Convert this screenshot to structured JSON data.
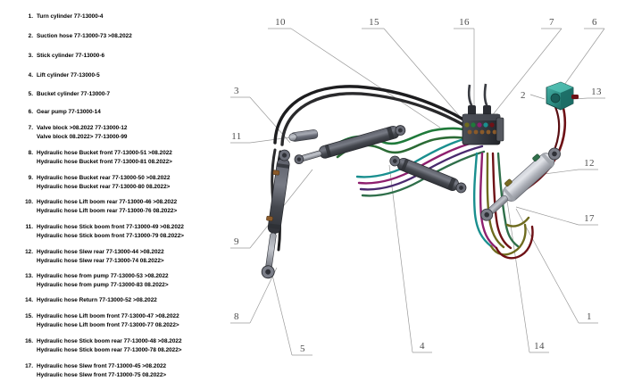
{
  "legend": {
    "items": [
      {
        "num": "1.",
        "lines": [
          "Turn cylinder 77-13000-4"
        ]
      },
      {
        "num": "2.",
        "lines": [
          "Suction hose 77-13000-73  >08.2022"
        ]
      },
      {
        "num": "3.",
        "lines": [
          "Stick cylinder 77-13000-6"
        ]
      },
      {
        "num": "4.",
        "lines": [
          "Lift cylinder 77-13000-5"
        ]
      },
      {
        "num": "5.",
        "lines": [
          "Bucket cylinder 77-13000-7"
        ]
      },
      {
        "num": "6.",
        "lines": [
          "Gear pump 77-13000-14"
        ]
      },
      {
        "num": "7.",
        "lines": [
          "Valve block >08.2022   77-13000-12",
          "Valve block 08.2022>   77-13000-99"
        ]
      },
      {
        "num": "8.",
        "lines": [
          "Hydraulic hose Bucket front 77-13000-51 >08.2022",
          "Hydraulic hose Bucket front 77-13000-81 08.2022>"
        ]
      },
      {
        "num": "9.",
        "lines": [
          "Hydraulic hose Bucket rear 77-13000-50 >08.2022",
          "Hydraulic hose Bucket rear 77-13000-80 08.2022>"
        ]
      },
      {
        "num": "10.",
        "lines": [
          "Hydraulic hose Lift boom rear 77-13000-46 >08.2022",
          "Hydraulic hose Lift boom rear 77-13000-76 08.2022>"
        ]
      },
      {
        "num": "11.",
        "lines": [
          "Hydraulic hose Stick boom front 77-13000-49 >08.2022",
          "Hydraulic hose Stick boom front 77-13000-79 08.2022>"
        ]
      },
      {
        "num": "12.",
        "lines": [
          "Hydraulic hose Slew rear 77-13000-44 >08.2022",
          "Hydraulic hose Slew rear 77-13000-74 08.2022>"
        ]
      },
      {
        "num": "13.",
        "lines": [
          "Hydraulic hose from pump 77-13000-53 >08.2022",
          "Hydraulic hose from pump 77-13000-83 08.2022>"
        ]
      },
      {
        "num": "14.",
        "lines": [
          "Hydraulic hose Return 77-13000-52 >08.2022"
        ]
      },
      {
        "num": "15.",
        "lines": [
          "Hydraulic hose Lift boom front 77-13000-47 >08.2022",
          "Hydraulic hose Lift boom front 77-13000-77 08.2022>"
        ]
      },
      {
        "num": "16.",
        "lines": [
          "Hydraulic hose Stick boom rear 77-13000-48 >08.2022",
          "Hydraulic hose Stick boom rear 77-13000-78 08.2022>"
        ]
      },
      {
        "num": "17.",
        "lines": [
          "Hydraulic hose Slew front 77-13000-45 >08.2022",
          "Hydraulic hose Slew front 77-13000-75 08.2022>"
        ]
      }
    ]
  },
  "diagram": {
    "callouts": [
      {
        "id": "10",
        "label": "10"
      },
      {
        "id": "15",
        "label": "15"
      },
      {
        "id": "16",
        "label": "16"
      },
      {
        "id": "7",
        "label": "7"
      },
      {
        "id": "6",
        "label": "6"
      },
      {
        "id": "3",
        "label": "3"
      },
      {
        "id": "2",
        "label": "2"
      },
      {
        "id": "13",
        "label": "13"
      },
      {
        "id": "11",
        "label": "11"
      },
      {
        "id": "12",
        "label": "12"
      },
      {
        "id": "9",
        "label": "9"
      },
      {
        "id": "17",
        "label": "17"
      },
      {
        "id": "8",
        "label": "8"
      },
      {
        "id": "5",
        "label": "5"
      },
      {
        "id": "4",
        "label": "4"
      },
      {
        "id": "14",
        "label": "14"
      },
      {
        "id": "1",
        "label": "1"
      }
    ],
    "colors": {
      "leader_line": "#9a9a9a",
      "callout_text": "#4d4d4d",
      "cylinder_body": "#6e717c",
      "cylinder_light": "#c9ccd4",
      "cylinder_dark": "#44474f",
      "valve_block": "#3c3f46",
      "gear_pump": "#2f8a82",
      "hose_green": "#1f7a3a",
      "hose_magenta": "#8e1f6e",
      "hose_teal": "#1a8f8f",
      "hose_darkred": "#6e1116",
      "hose_olive": "#6e6b1e",
      "hose_purple": "#4a2a6e",
      "hose_black": "#2a2a2a"
    }
  }
}
